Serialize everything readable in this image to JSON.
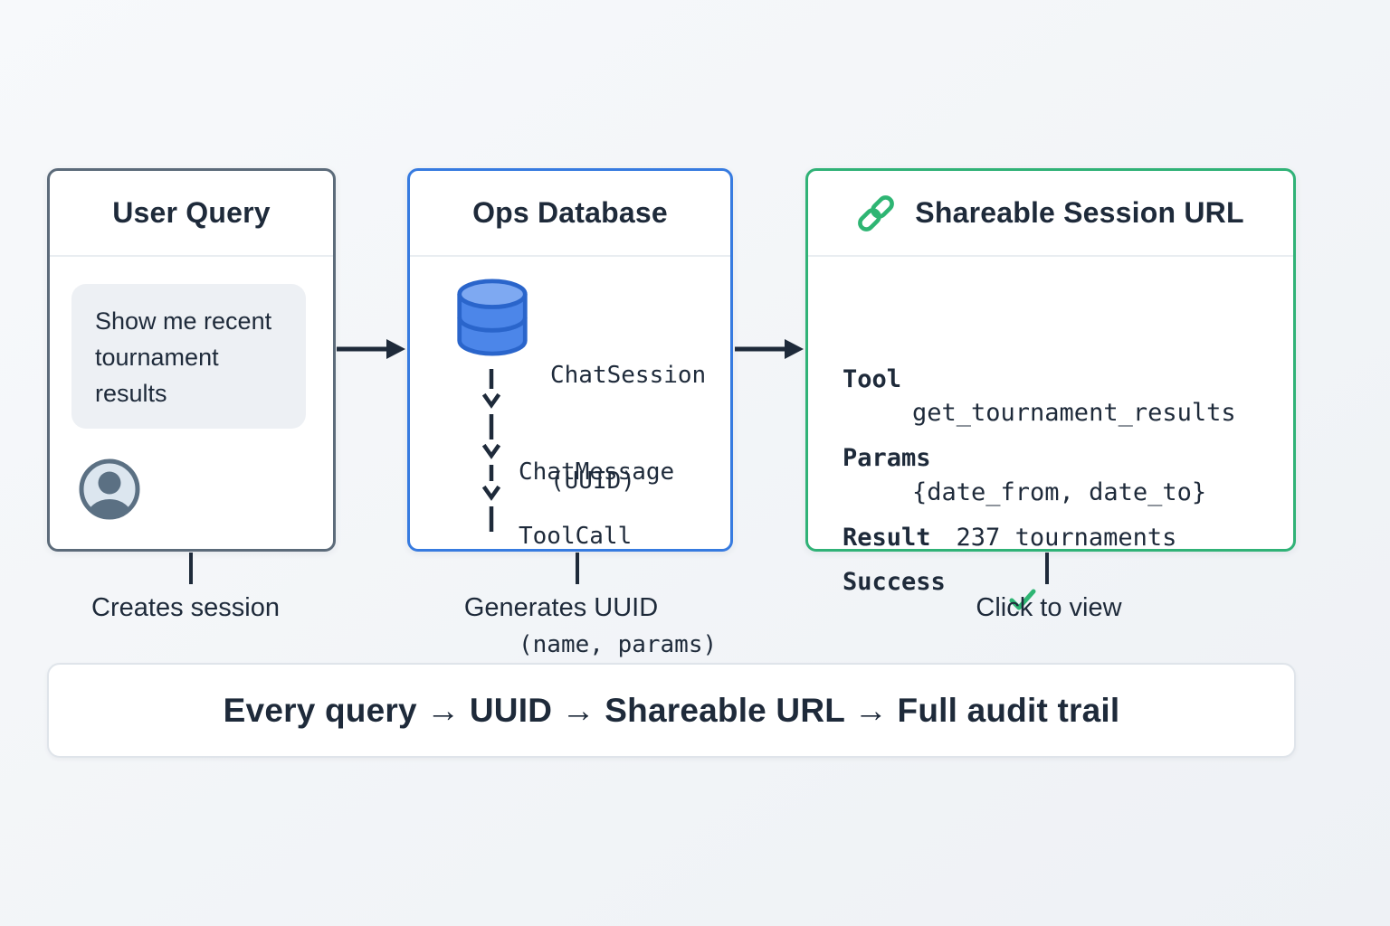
{
  "colors": {
    "text": "#1e2a3a",
    "slate_accent": "#5c6b7a",
    "blue_accent": "#377be0",
    "green_accent": "#30b277",
    "db_fill": "#4c86e9",
    "db_top_fill": "#7ea9f2",
    "db_stroke": "#2a65cb"
  },
  "cards": [
    {
      "title": "User Query",
      "icon": "user-avatar-icon",
      "bubble_text": "Show me recent tournament results",
      "caption": "Creates session"
    },
    {
      "title": "Ops Database",
      "icon": "database-icon",
      "entities": [
        {
          "name": "ChatSession",
          "detail": "(UUID)"
        },
        {
          "name": "ChatMessage"
        },
        {
          "name": "ToolCall",
          "detail": "(name, params)"
        }
      ],
      "caption": "Generates UUID"
    },
    {
      "title": "Shareable Session URL",
      "icon": "link-icon",
      "rows": [
        {
          "label": "Tool",
          "value": "get_tournament_results"
        },
        {
          "label": "Params",
          "value": "{date_from, date_to}"
        },
        {
          "label": "Result",
          "value": "237 tournaments"
        },
        {
          "label": "Success",
          "value": "✓",
          "value_icon": "check-icon"
        }
      ],
      "caption": "Click to view"
    }
  ],
  "banner": {
    "text": "Every query → UUID → Shareable URL → Full audit trail"
  }
}
